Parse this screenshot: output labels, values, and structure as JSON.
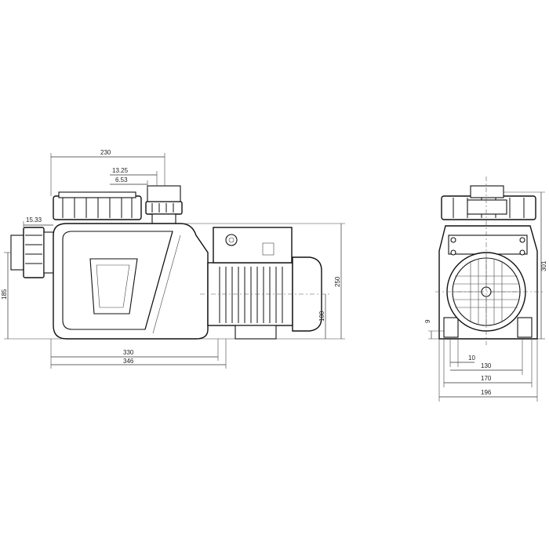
{
  "dimensions": {
    "side_view": {
      "overall_inlet_to_outlet": "230",
      "outlet_offset_a": "13.25",
      "outlet_offset_b": "6.53",
      "inlet_offset": "15.33",
      "inlet_height": "185",
      "overall_height": "250",
      "shaft_height": "100",
      "base_length": "330",
      "overall_length": "346"
    },
    "front_view": {
      "overall_height": "301",
      "foot_height": "9",
      "foot_width": "10",
      "bolt_spacing": "130",
      "base_width": "170",
      "overall_width": "196"
    }
  }
}
